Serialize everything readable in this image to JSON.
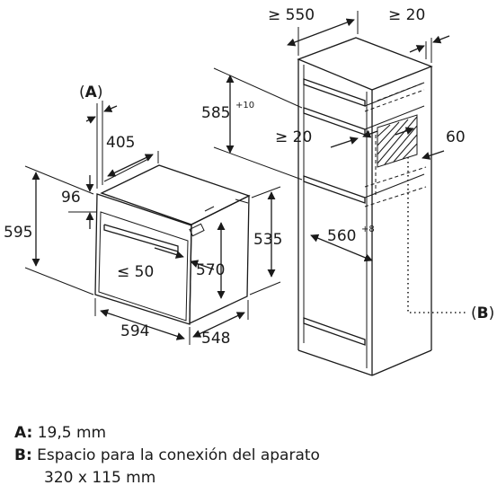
{
  "labels": {
    "A_marker": "(A)",
    "B_marker": "(B)",
    "oven": {
      "depth_top": "405",
      "door_height": "96",
      "total_height": "595",
      "panel_gap": "≤ 50",
      "inner_height": "570",
      "body_height": "535",
      "width": "594",
      "depth": "548"
    },
    "cabinet": {
      "width_top": "≥ 550",
      "side_gap": "≥ 20",
      "opening_height": "585",
      "opening_height_sup": "+10",
      "front_gap": "≥ 20",
      "rear_gap": "60",
      "opening_depth": "560",
      "opening_depth_sup": "+8"
    }
  },
  "legend": [
    {
      "key": "A:",
      "text": "19,5 mm",
      "extra": ""
    },
    {
      "key": "B:",
      "text": "Espacio para la conexión del aparato",
      "extra": "320 x 115 mm"
    }
  ]
}
